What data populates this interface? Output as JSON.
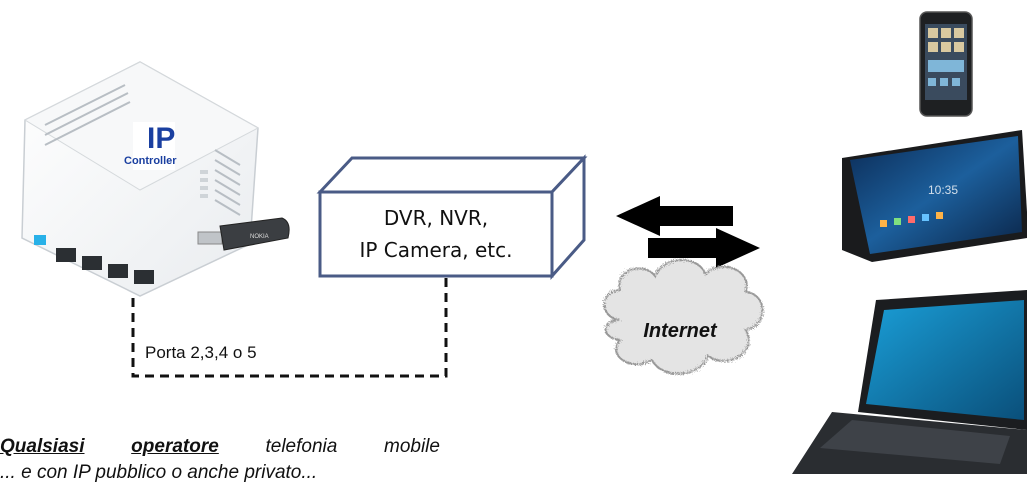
{
  "device_box": {
    "line1": "DVR, NVR,",
    "line2": "IP Camera, etc."
  },
  "connection": {
    "port_label": "Porta 2,3,4 o 5"
  },
  "cloud": {
    "label": "Internet"
  },
  "router": {
    "logo_line1": "IP",
    "logo_line2": "Controller"
  },
  "usb_modem": {
    "brand": "NOKIA"
  },
  "operator_note": {
    "part1": "Qualsiasi",
    "part2": "operatore",
    "part3": "telefonia",
    "part4": "mobile",
    "line2": "... e con IP pubblico o anche privato..."
  },
  "colors": {
    "box_border": "#4a5b86",
    "arrow": "#000000",
    "cloud_fill": "#e6e6e6"
  }
}
